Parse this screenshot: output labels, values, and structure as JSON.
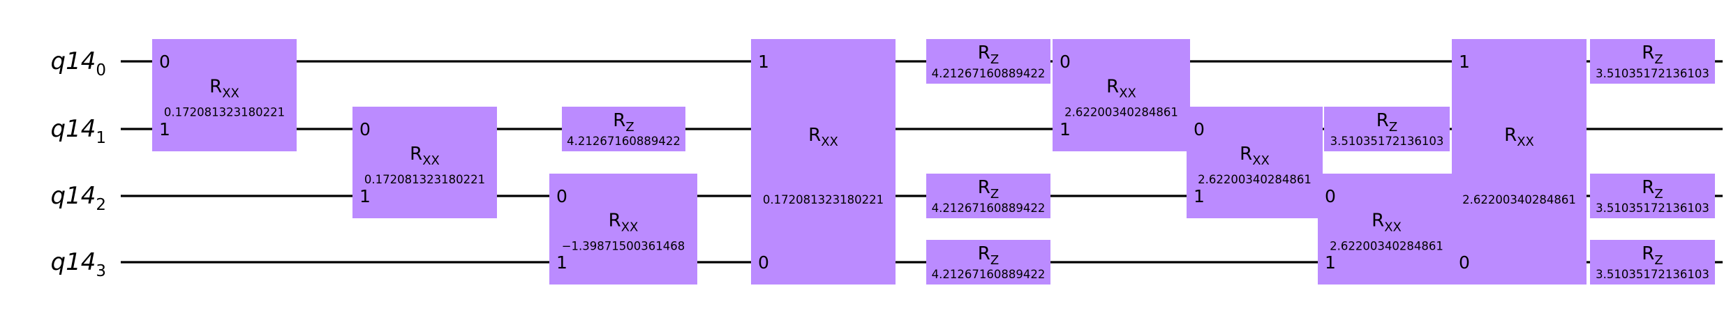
{
  "qubits": [
    {
      "name": "q14",
      "index": "0"
    },
    {
      "name": "q14",
      "index": "1"
    },
    {
      "name": "q14",
      "index": "2"
    },
    {
      "name": "q14",
      "index": "3"
    }
  ],
  "gate_color": "#bb8bff",
  "wire_color": "#000000",
  "gates": [
    {
      "kind": "R",
      "sub": "XX",
      "param": "0.172081323180221",
      "qubits": [
        0,
        1
      ],
      "ports": [
        "0",
        "1"
      ]
    },
    {
      "kind": "R",
      "sub": "XX",
      "param": "0.172081323180221",
      "qubits": [
        1,
        2
      ],
      "ports": [
        "0",
        "1"
      ]
    },
    {
      "kind": "R",
      "sub": "Z",
      "param": "4.21267160889422",
      "qubits": [
        1
      ]
    },
    {
      "kind": "R",
      "sub": "XX",
      "param": "−1.39871500361468",
      "qubits": [
        2,
        3
      ],
      "ports": [
        "0",
        "1"
      ]
    },
    {
      "kind": "R",
      "sub": "XX",
      "param": "0.172081323180221",
      "qubits": [
        0,
        3
      ],
      "ports": [
        "1",
        "0"
      ]
    },
    {
      "kind": "R",
      "sub": "Z",
      "param": "4.21267160889422",
      "qubits": [
        0
      ]
    },
    {
      "kind": "R",
      "sub": "Z",
      "param": "4.21267160889422",
      "qubits": [
        2
      ]
    },
    {
      "kind": "R",
      "sub": "Z",
      "param": "4.21267160889422",
      "qubits": [
        3
      ]
    },
    {
      "kind": "R",
      "sub": "XX",
      "param": "2.62200340284861",
      "qubits": [
        0,
        1
      ],
      "ports": [
        "0",
        "1"
      ]
    },
    {
      "kind": "R",
      "sub": "XX",
      "param": "2.62200340284861",
      "qubits": [
        1,
        2
      ],
      "ports": [
        "0",
        "1"
      ]
    },
    {
      "kind": "R",
      "sub": "Z",
      "param": "3.51035172136103",
      "qubits": [
        1
      ]
    },
    {
      "kind": "R",
      "sub": "XX",
      "param": "2.62200340284861",
      "qubits": [
        2,
        3
      ],
      "ports": [
        "0",
        "1"
      ]
    },
    {
      "kind": "R",
      "sub": "XX",
      "param": "2.62200340284861",
      "qubits": [
        0,
        3
      ],
      "ports": [
        "1",
        "0"
      ]
    },
    {
      "kind": "R",
      "sub": "Z",
      "param": "3.51035172136103",
      "qubits": [
        0
      ]
    },
    {
      "kind": "R",
      "sub": "Z",
      "param": "3.51035172136103",
      "qubits": [
        2
      ]
    },
    {
      "kind": "R",
      "sub": "Z",
      "param": "3.51035172136103",
      "qubits": [
        3
      ]
    }
  ]
}
